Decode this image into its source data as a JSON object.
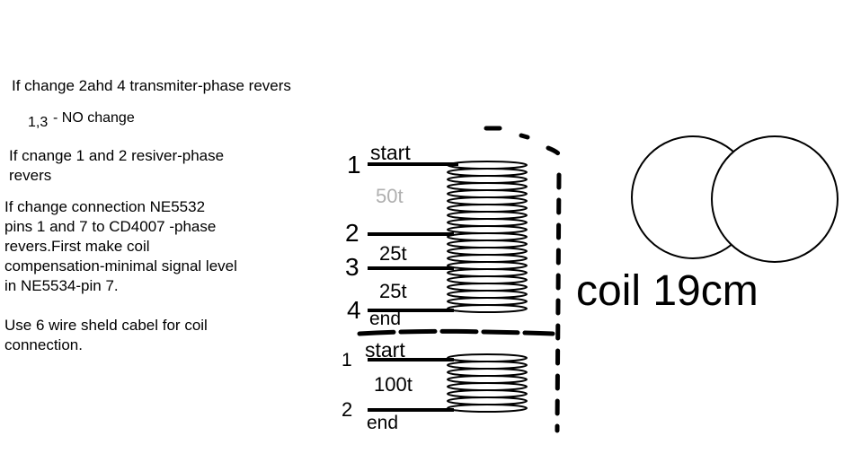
{
  "notes": {
    "line1": "If change 2ahd 4 transmiter-phase revers",
    "line2_prefix": "1,3",
    "line2_rest": "- NO change",
    "line3": "If cnange 1 and 2 resiver-phase\nrevers",
    "line4": "If change connection NE5532\npins 1 and 7 to CD4007 -phase\nrevers.First make coil\ncompensation-minimal signal level\nin NE5534-pin 7.",
    "line5": "Use 6 wire sheld cabel for coil\nconnection."
  },
  "transmit_coil": {
    "pin1": "1",
    "pin2": "2",
    "pin3": "3",
    "pin4": "4",
    "start_label": "start",
    "end_label": "end",
    "turns1": "50t",
    "turns2": "25t",
    "turns3": "25t"
  },
  "receive_coil": {
    "pin1": "1",
    "pin2": "2",
    "start_label": "start",
    "end_label": "end",
    "turns": "100t"
  },
  "coil_caption": "coil 19cm",
  "colors": {
    "ink": "#000000",
    "muted": "#b0b0b0",
    "background": "#ffffff"
  }
}
